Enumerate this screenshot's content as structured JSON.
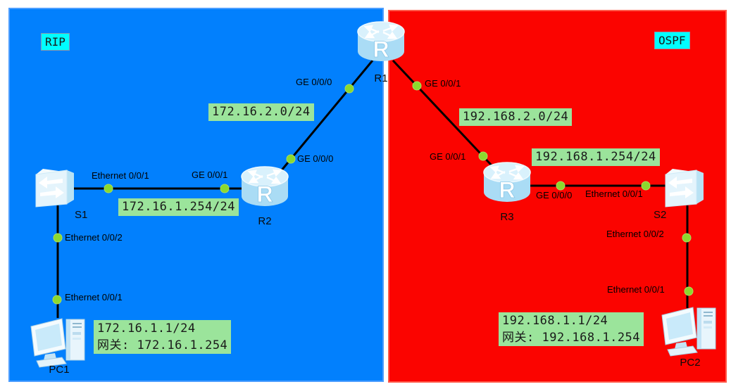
{
  "regions": {
    "rip": {
      "label": "RIP"
    },
    "ospf": {
      "label": "OSPF"
    }
  },
  "devices": {
    "r1": {
      "name": "R1",
      "type": "router"
    },
    "r2": {
      "name": "R2",
      "type": "router"
    },
    "r3": {
      "name": "R3",
      "type": "router"
    },
    "s1": {
      "name": "S1",
      "type": "switch"
    },
    "s2": {
      "name": "S2",
      "type": "switch"
    },
    "pc1": {
      "name": "PC1",
      "type": "pc"
    },
    "pc2": {
      "name": "PC2",
      "type": "pc"
    }
  },
  "ports": {
    "r1_to_r2": "GE 0/0/0",
    "r1_to_r3": "GE 0/0/1",
    "r2_to_r1": "GE 0/0/0",
    "r2_to_s1": "GE 0/0/1",
    "r3_to_r1": "GE 0/0/1",
    "r3_to_s2": "GE 0/0/0",
    "s1_to_r2": "Ethernet 0/0/1",
    "s1_to_pc1": "Ethernet 0/0/2",
    "pc1_to_s1": "Ethernet 0/0/1",
    "s2_to_r3": "Ethernet 0/0/1",
    "s2_to_pc2": "Ethernet 0/0/2",
    "pc2_to_s2": "Ethernet 0/0/1"
  },
  "networks": {
    "rip_link": "172.16.2.0/24",
    "rip_gateway": "172.16.1.254/24",
    "ospf_link": "192.168.2.0/24",
    "ospf_gateway": "192.168.1.254/24"
  },
  "hosts": {
    "pc1": {
      "ip": "172.16.1.1/24",
      "gateway": "网关: 172.16.1.254"
    },
    "pc2": {
      "ip": "192.168.1.1/24",
      "gateway": "网关: 192.168.1.254"
    }
  },
  "colors": {
    "rip_area": "#0280fd",
    "ospf_area": "#fb0400",
    "protocol_label_bg": "#00ffff",
    "network_label_bg": "#9be49b",
    "link_line": "#000000",
    "port_dot": "#8cd92e",
    "device_fill": "#c9ecfb"
  }
}
